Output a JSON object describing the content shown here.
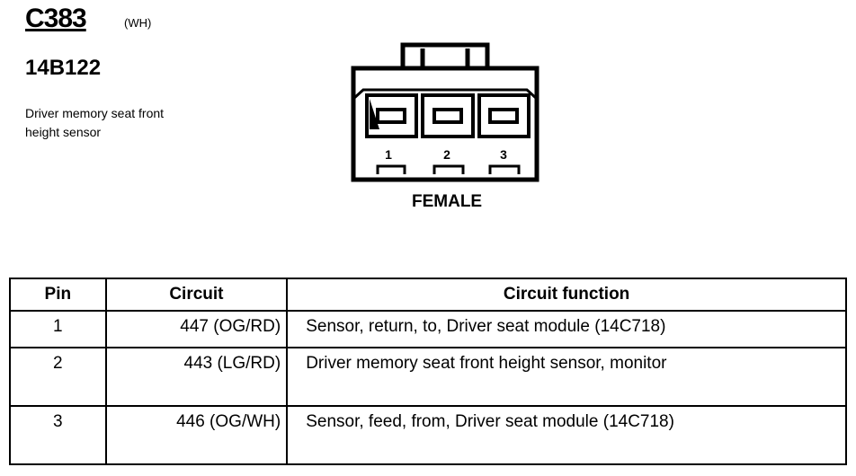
{
  "header": {
    "connector_id": "C383",
    "color_code": "(WH)",
    "part_number": "14B122",
    "description": "Driver memory seat front height sensor"
  },
  "connector": {
    "pin_numbers": [
      "1",
      "2",
      "3"
    ],
    "gender": "FEMALE"
  },
  "table": {
    "headers": [
      "Pin",
      "Circuit",
      "Circuit function"
    ],
    "rows": [
      {
        "pin": "1",
        "circuit": "447 (OG/RD)",
        "function": "Sensor, return, to, Driver seat module (14C718)"
      },
      {
        "pin": "2",
        "circuit": "443 (LG/RD)",
        "function": "Driver memory seat front height sensor, monitor"
      },
      {
        "pin": "3",
        "circuit": "446 (OG/WH)",
        "function": "Sensor, feed, from, Driver seat module (14C718)"
      }
    ]
  }
}
